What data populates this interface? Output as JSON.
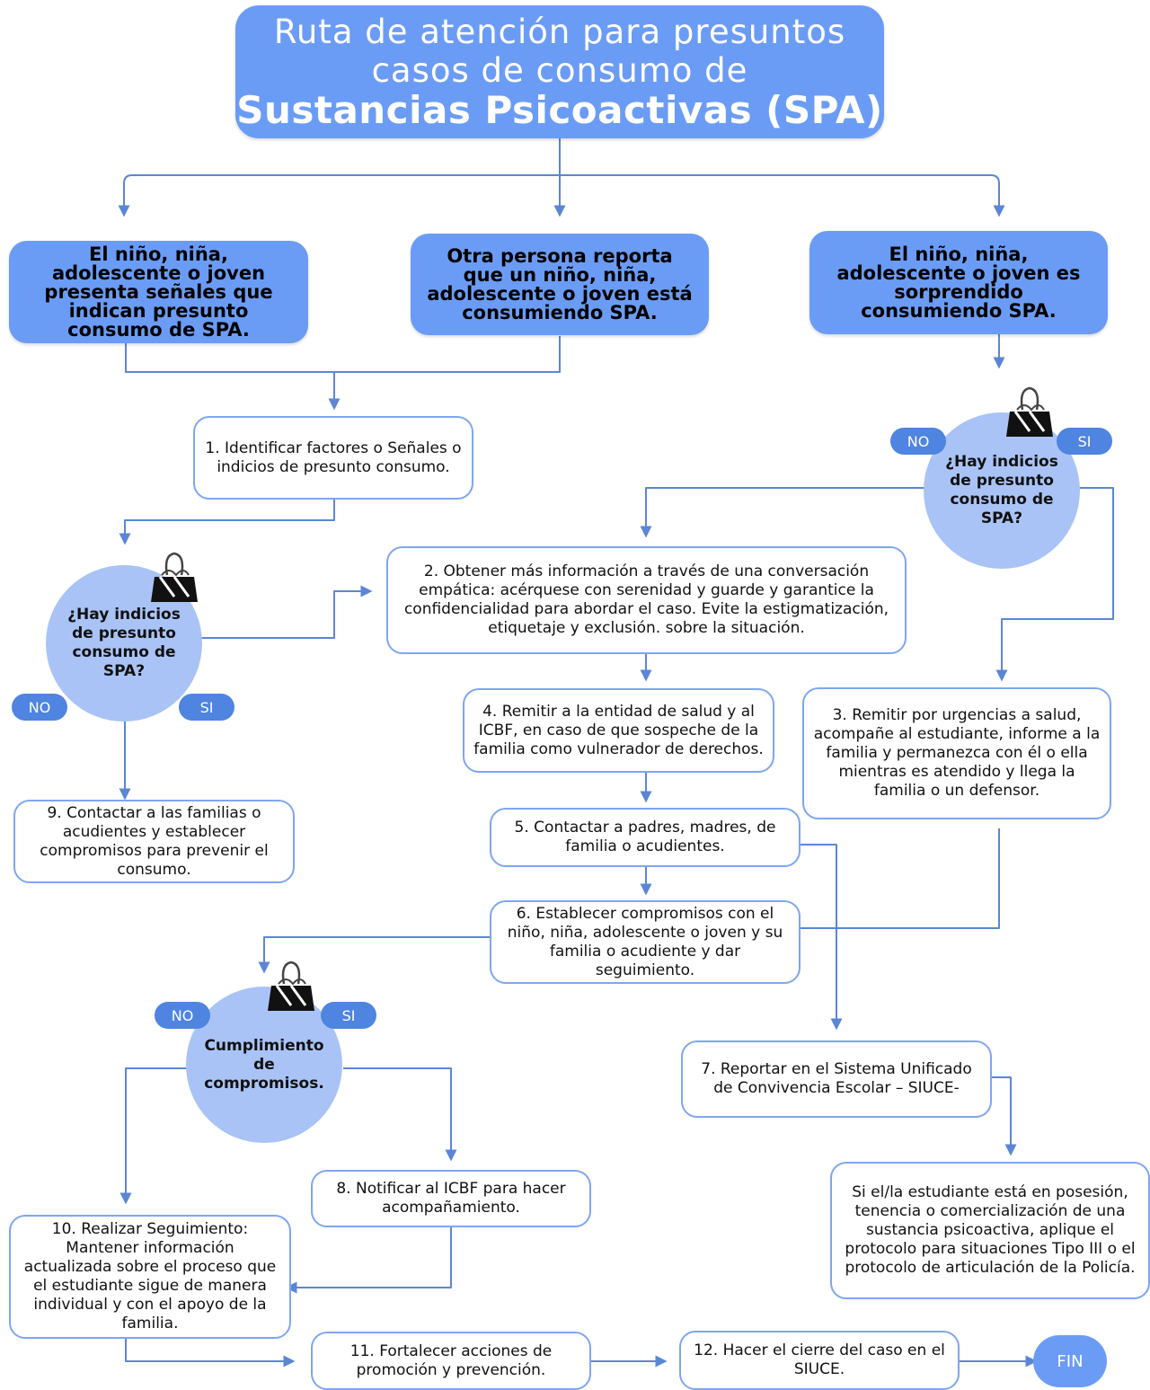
{
  "title": {
    "line1": "Ruta de atención para presuntos",
    "line2": "casos de consumo de",
    "line3": "Sustancias Psicoactivas (SPA)"
  },
  "branches": {
    "left": "El niño, niña, adolescente o joven presenta señales que indican presunto consumo de SPA.",
    "middle": "Otra persona reporta que un niño, niña, adolescente o joven está consumiendo SPA.",
    "right": "El niño, niña, adolescente o joven es sorprendido consumiendo SPA."
  },
  "steps": {
    "s1": "1. Identificar factores o Señales o indicios de presunto consumo.",
    "s2": "2. Obtener más información a través de una conversación empática: acérquese con serenidad y guarde y garantice la confidencialidad para abordar el caso. Evite la estigmatización, etiquetaje y exclusión. sobre la situación.",
    "s3": "3. Remitir por urgencias a salud, acompañe al estudiante, informe a la familia y permanezca con él o ella mientras es atendido y llega la familia o un defensor.",
    "s4": "4. Remitir a la entidad de salud y al ICBF, en caso de que sospeche de la familia como vulnerador de derechos.",
    "s5": "5. Contactar a padres, madres, de familia o acudientes.",
    "s6": "6. Establecer compromisos con el niño, niña, adolescente o joven y su familia o acudiente y dar seguimiento.",
    "s7": "7. Reportar en el Sistema Unificado de Convivencia Escolar – SIUCE-",
    "s8": "8. Notificar al ICBF para hacer acompañamiento.",
    "s9": "9. Contactar a las familias o acudientes y establecer compromisos para prevenir el consumo.",
    "s10": "10. Realizar Seguimiento: Mantener información actualizada sobre el proceso que el estudiante sigue de manera individual y con el apoyo de la familia.",
    "s11": "11. Fortalecer acciones de promoción y prevención.",
    "s12": "12. Hacer el cierre del caso en el SIUCE.",
    "tipo3": "Si el/la estudiante está en posesión, tenencia o comercialización de una sustancia psicoactiva, aplique el protocolo para situaciones Tipo III o el protocolo de articulación de la Policía."
  },
  "decisions": {
    "d_right": "¿Hay indicios de presunto consumo de SPA?",
    "d_left": "¿Hay indicios de presunto consumo de SPA?",
    "d_bottom": "Cumplimiento de compromisos."
  },
  "labels": {
    "no": "NO",
    "si": "SI",
    "fin": "FIN"
  },
  "colors": {
    "primary": "#6b9cf5",
    "circle": "#a9c3f6",
    "pill": "#4f84e0",
    "border": "#7ea6f0",
    "line": "#5b86d6"
  }
}
